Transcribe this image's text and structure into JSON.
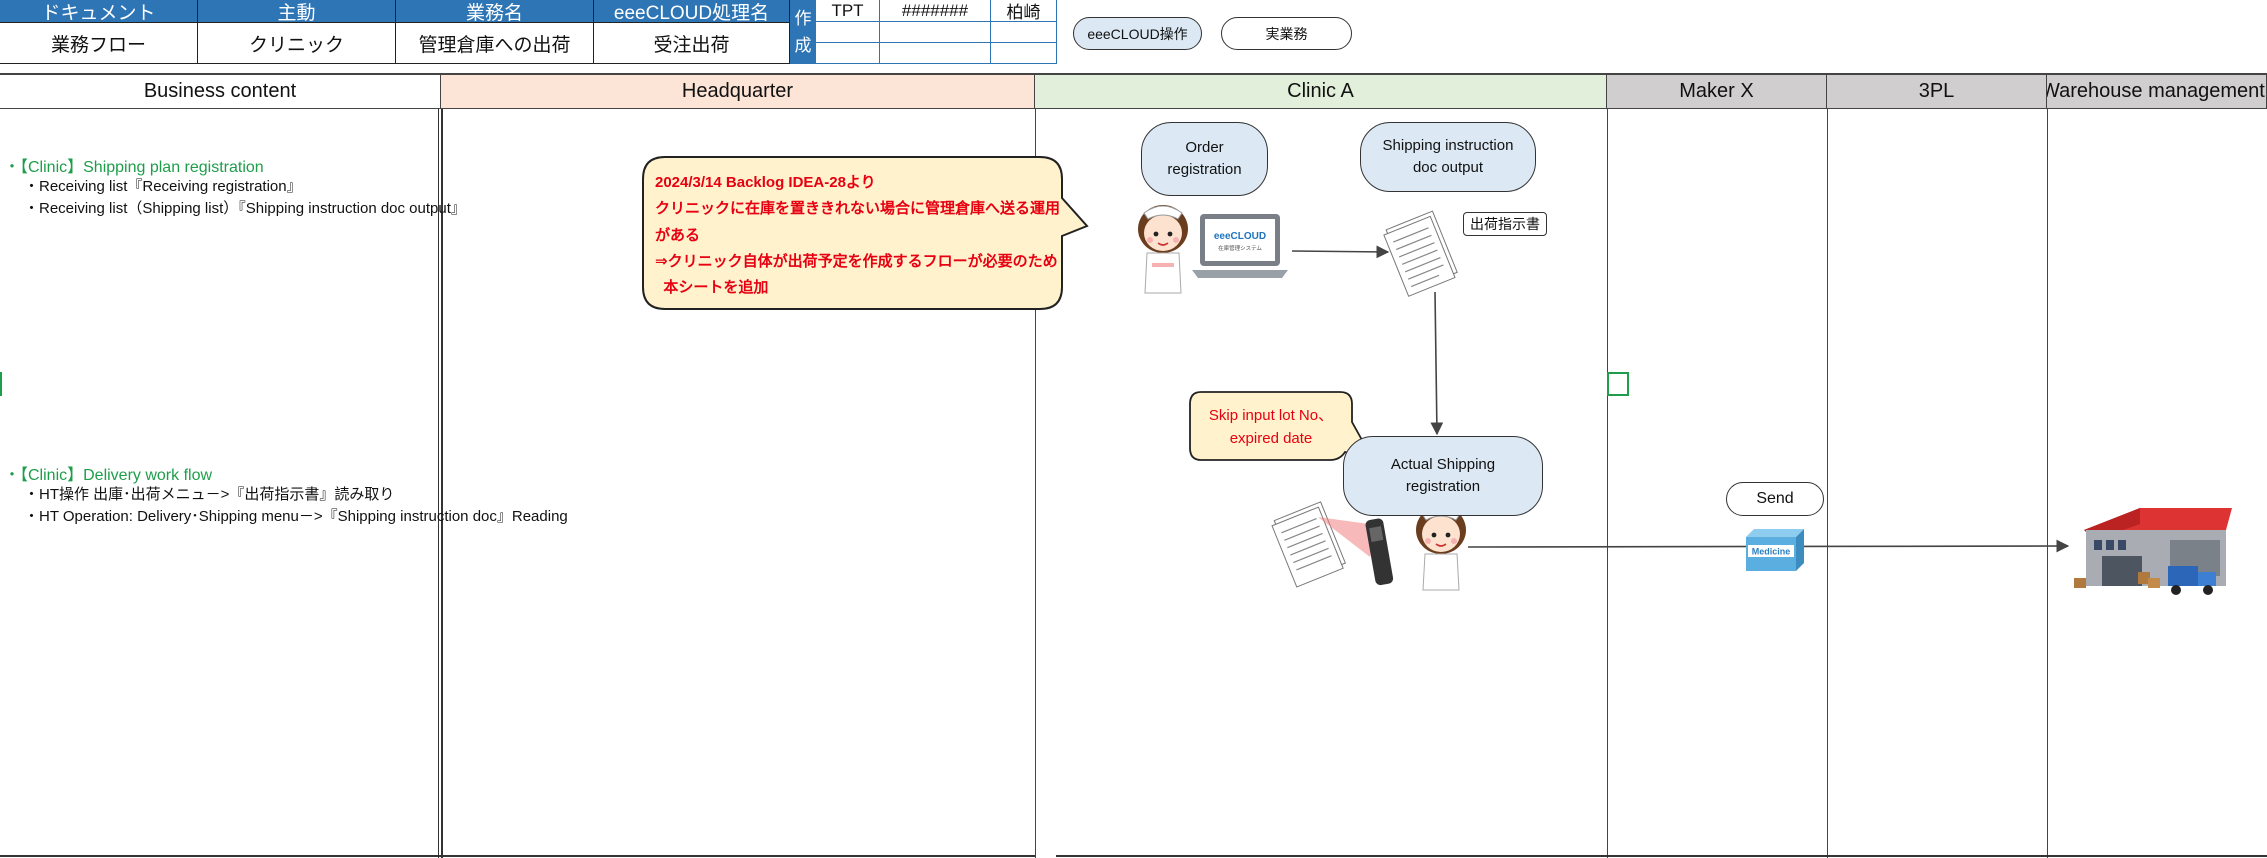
{
  "header": {
    "top": [
      "ドキュメント",
      "主動",
      "業務名",
      "eeeCLOUD処理名"
    ],
    "bottom": [
      "業務フロー",
      "クリニック",
      "管理倉庫への出荷",
      "受注出荷"
    ],
    "sakusei": [
      "作",
      "成"
    ],
    "mini": [
      "TPT",
      "#######",
      "柏崎"
    ]
  },
  "legend": {
    "eeecloud": "eeeCLOUD操作",
    "actual": "実業務"
  },
  "lanes": [
    "Business content",
    "Headquarter",
    "Clinic A",
    "Maker X",
    "3PL",
    "Warehouse management"
  ],
  "business": {
    "plan_title": "・【Clinic】Shipping plan registration",
    "plan_lines": [
      "・Receiving list『Receiving registration』",
      "・Receiving list（Shipping list）『Shipping instruction doc output』"
    ],
    "delivery_title": "・【Clinic】Delivery work flow",
    "delivery_lines": [
      "・HT操作  出庫･出荷メニュ－>『出荷指示書』読み取り",
      "・HT Operation: Delivery･Shipping menu－>『Shipping instruction doc』Reading"
    ]
  },
  "note": {
    "lines": [
      "2024/3/14  Backlog  IDEA-28より",
      "クリニックに在庫を置ききれない場合に管理倉庫へ送る運用がある",
      "⇒クリニック自体が出荷予定を作成するフローが必要のため",
      "  本シートを追加"
    ]
  },
  "nodes": {
    "order": "Order registration",
    "instruction": "Shipping instruction doc output",
    "actual": "Actual Shipping registration",
    "send": "Send"
  },
  "skip_note": "Skip input lot No、expired date",
  "doc_tag": "出荷指示書",
  "laptop_logo": "eeeCLOUD",
  "laptop_sub": "在庫管理システム",
  "box_label": "Medicine",
  "colors": {
    "header_blue": "#2e75b6",
    "headquarter_lane": "#fce4d6",
    "clinic_lane": "#e2efda",
    "other_lane": "#d0cece",
    "node_fill": "#dce9f5",
    "note_fill": "#fff2cc",
    "note_text": "#e60012",
    "title_green": "#1e9e4a"
  }
}
